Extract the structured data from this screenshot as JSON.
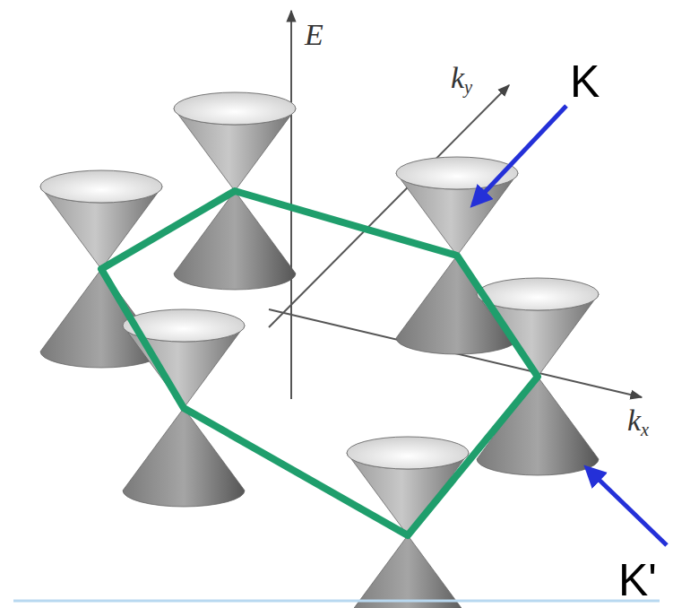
{
  "diagram": {
    "labels": [
      "E",
      "ky",
      "kx",
      "K",
      "K'"
    ]
  }
}
